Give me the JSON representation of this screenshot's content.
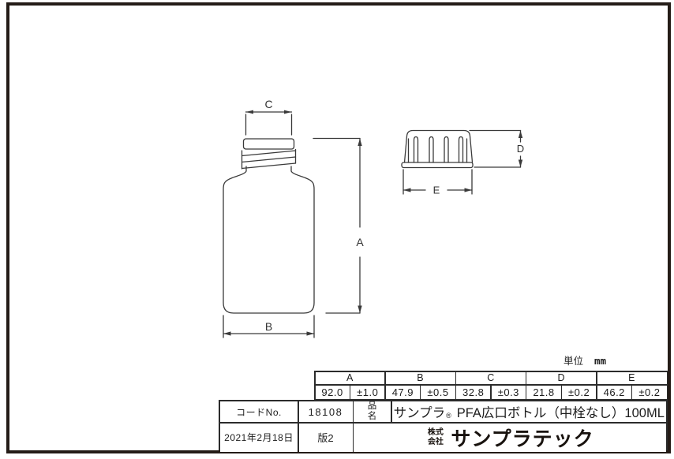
{
  "drawing": {
    "labels": {
      "a": "A",
      "b": "B",
      "c": "C",
      "d": "D",
      "e": "E"
    }
  },
  "unit": {
    "label": "単位",
    "value": "mm"
  },
  "dim_table": {
    "columns": [
      {
        "letter": "A",
        "value": "92.0",
        "tol": "±1.0"
      },
      {
        "letter": "B",
        "value": "47.9",
        "tol": "±0.5"
      },
      {
        "letter": "C",
        "value": "32.8",
        "tol": "±0.3"
      },
      {
        "letter": "D",
        "value": "21.8",
        "tol": "±0.2"
      },
      {
        "letter": "E",
        "value": "46.2",
        "tol": "±0.2"
      }
    ]
  },
  "title_block": {
    "code_label": "コードNo.",
    "code_value": "18108",
    "name_label": "品名",
    "product_brand": "サンプラ",
    "product_reg": "®",
    "product_rest": "PFA広口ボトル（中栓なし）100ML",
    "date": "2021年2月18日",
    "revision": "版2",
    "company_prefix": "株式会社",
    "company_name": "サンプラテック"
  }
}
